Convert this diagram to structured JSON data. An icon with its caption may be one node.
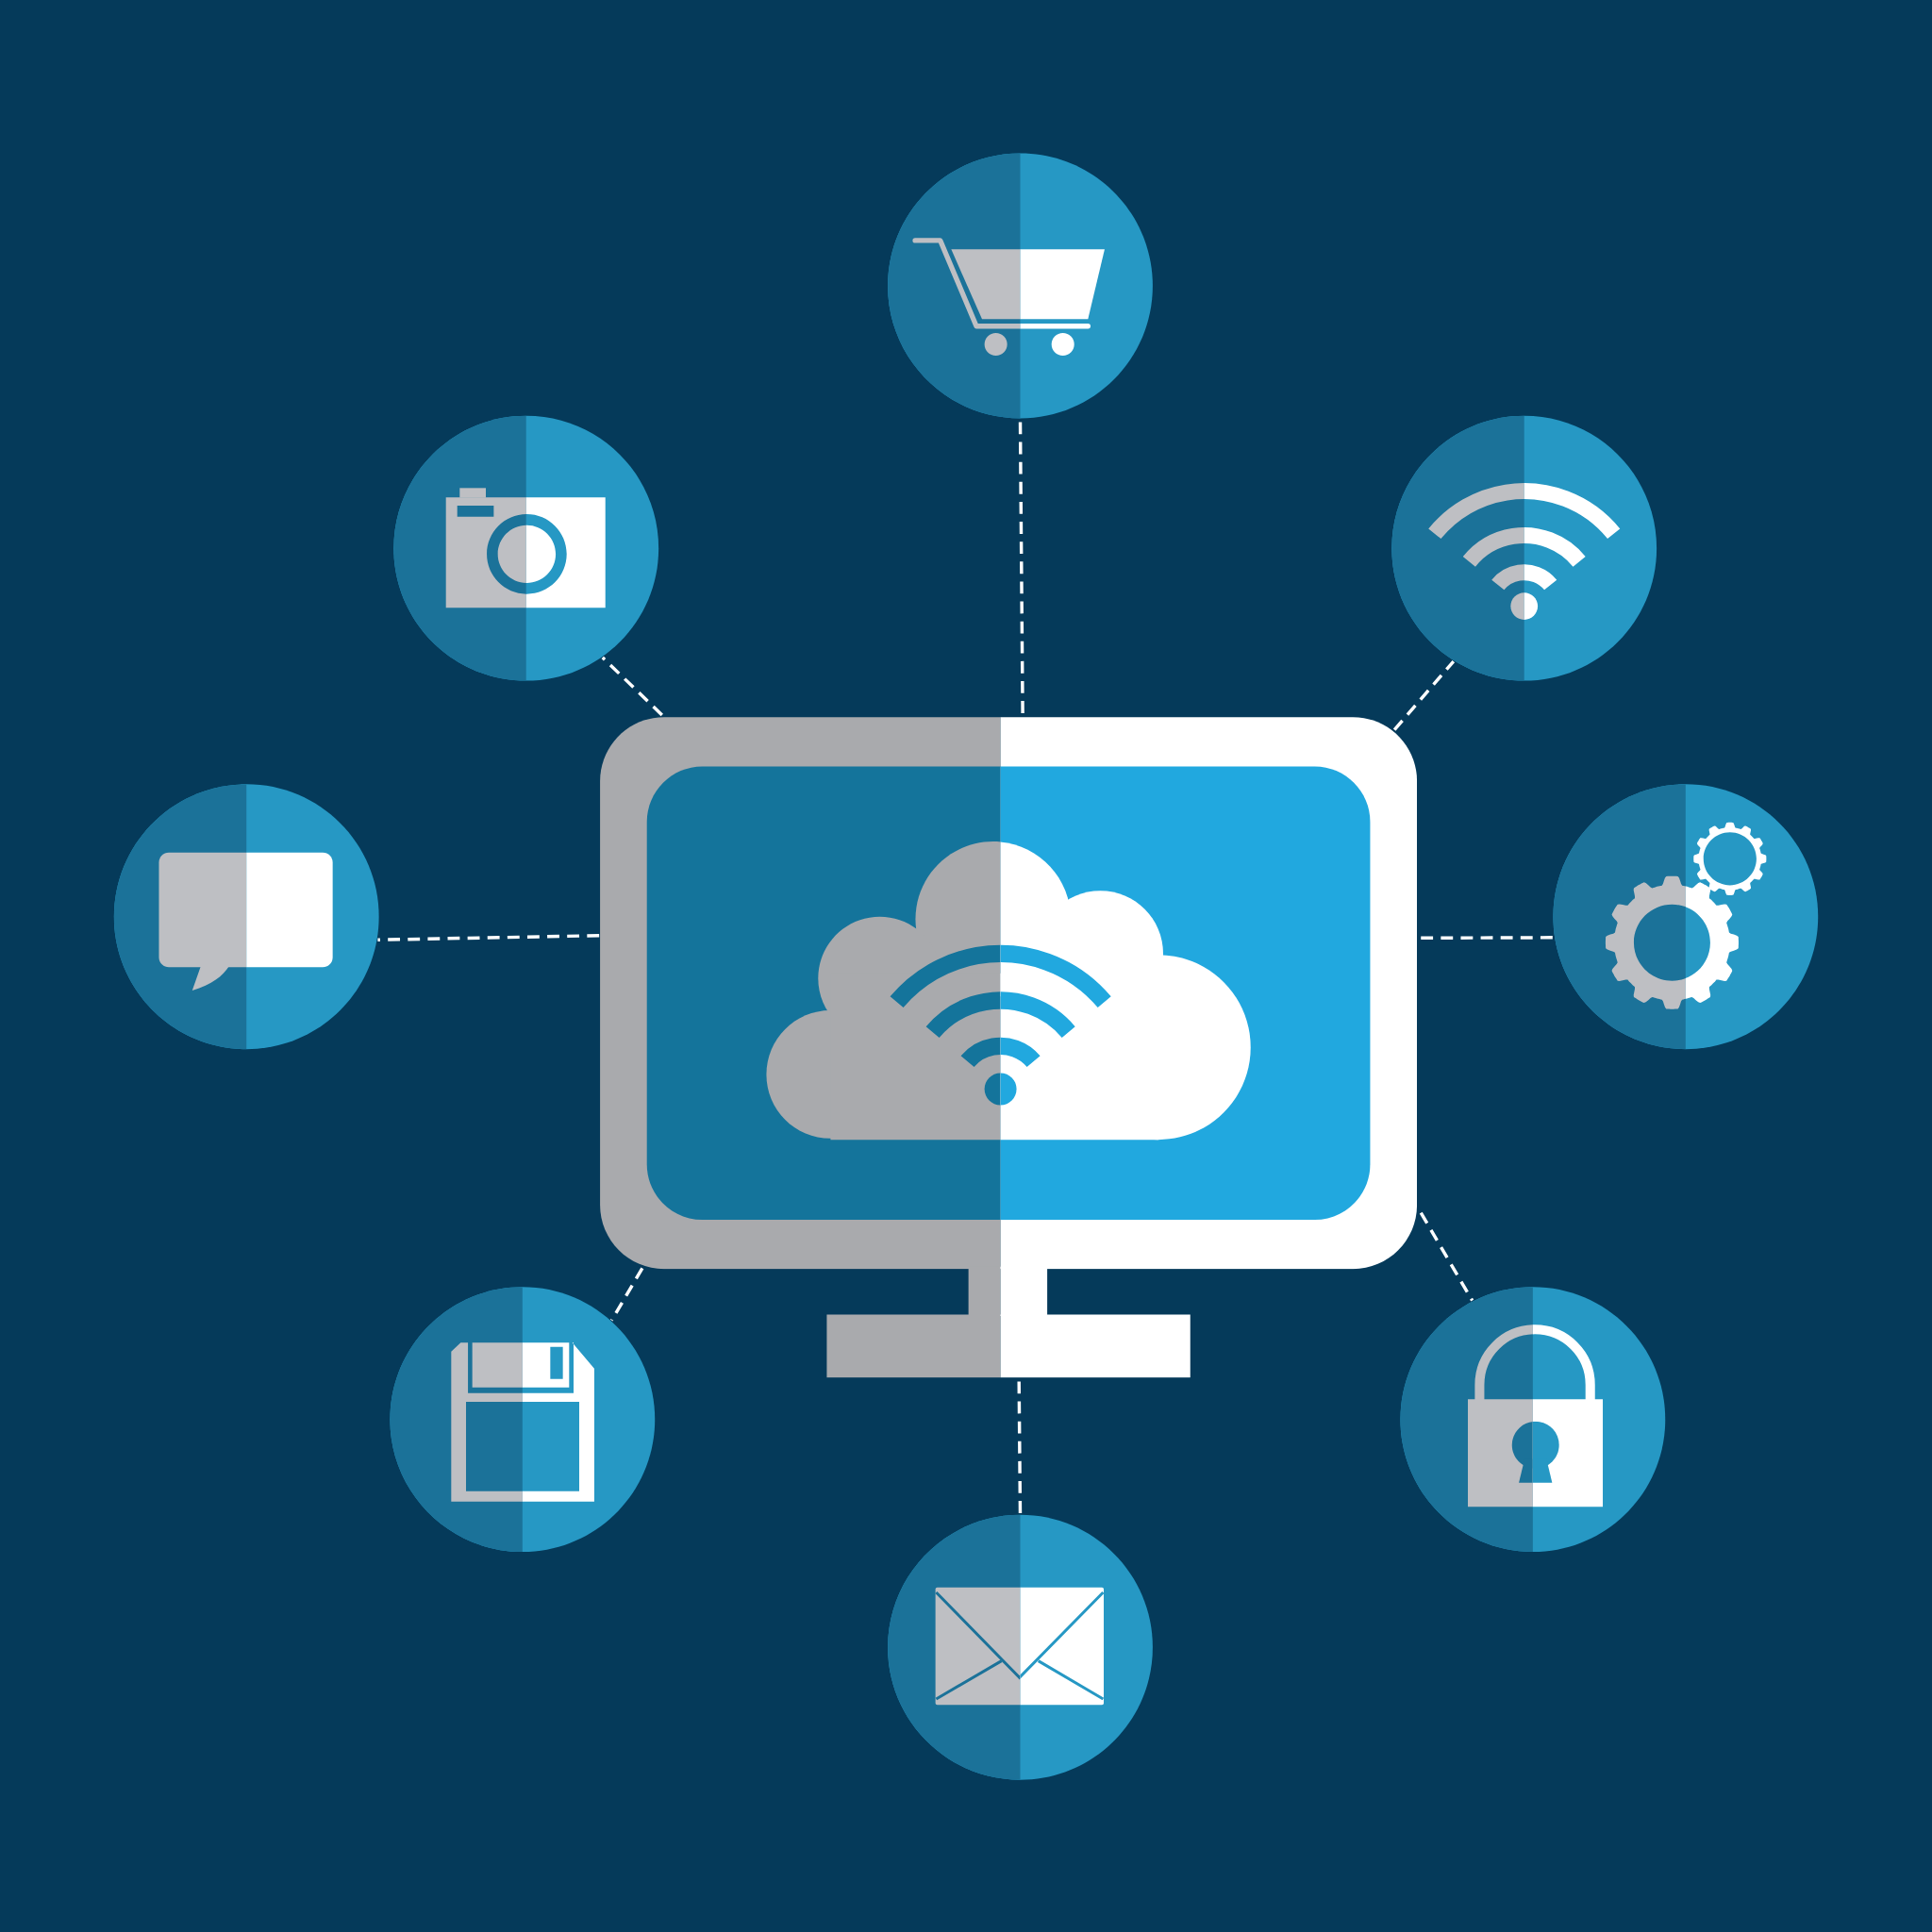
{
  "diagram": {
    "nodes": [
      {
        "text": [],
        "shape": "circle"
      },
      {
        "text": [],
        "shape": "circle"
      },
      {
        "text": [],
        "shape": "circle"
      },
      {
        "text": [],
        "shape": "circle"
      },
      {
        "text": [],
        "shape": "picture"
      },
      {
        "text": [],
        "shape": "circle"
      },
      {
        "text": [],
        "shape": "circle"
      },
      {
        "text": [],
        "shape": "circle"
      },
      {
        "text": [],
        "shape": "circle"
      }
    ],
    "edges": [
      {
        "from": 4,
        "to": 0,
        "arrow": "none",
        "style": "dashed"
      },
      {
        "from": 4,
        "to": 1,
        "arrow": "none",
        "style": "dashed"
      },
      {
        "from": 4,
        "to": 2,
        "arrow": "none",
        "style": "dashed"
      },
      {
        "from": 4,
        "to": 3,
        "arrow": "none",
        "style": "dashed"
      },
      {
        "from": 4,
        "to": 5,
        "arrow": "none",
        "style": "dashed"
      },
      {
        "from": 4,
        "to": 6,
        "arrow": "none",
        "style": "dashed"
      },
      {
        "from": 4,
        "to": 7,
        "arrow": "none",
        "style": "dashed"
      },
      {
        "from": 4,
        "to": 8,
        "arrow": "none",
        "style": "dashed"
      }
    ]
  }
}
